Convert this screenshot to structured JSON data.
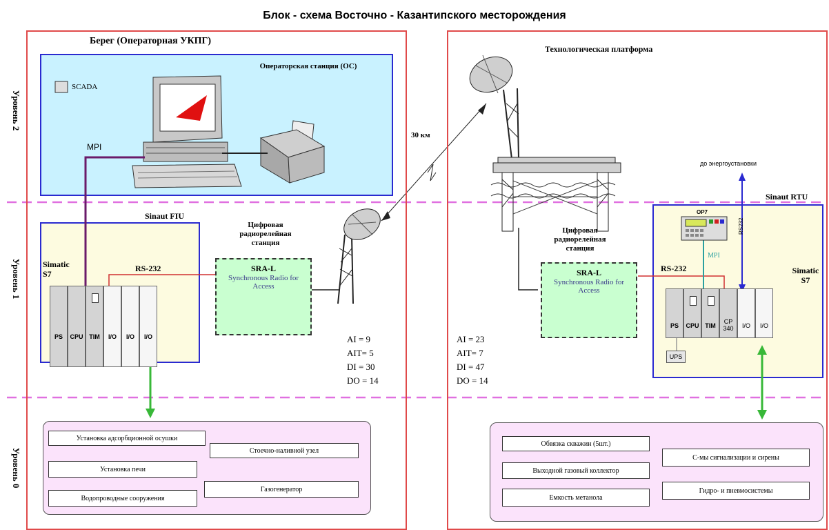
{
  "title": "Блок - схема   Восточно - Казантипского месторождения",
  "levels": {
    "level2": "Уровень 2",
    "level1": "Уровень 1",
    "level0": "Уровень 0"
  },
  "shore": {
    "title": "Берег  (Операторная   УКПГ)",
    "operator_station": "Операторская станция (ОС)",
    "scada": "SCADA",
    "mpi": "MPI",
    "fiu": "Sinaut FIU",
    "simatic": "Simatic S7",
    "rs232": "RS-232",
    "modules": [
      "PS",
      "CPU",
      "TIM",
      "I/O",
      "I/O",
      "I/O"
    ],
    "radio_title": "Цифровая радиорелейная станция",
    "radio_name": "SRA-L",
    "radio_desc": "Synchronous Radio for Access",
    "stats": [
      "AI  =  9",
      "AIT=  5",
      "DI  =  30",
      "DO  =  14"
    ],
    "objects": [
      "Установка адсорбционной осушки",
      "Стоечно-наливной узел",
      "Установка печи",
      "Газогенератор",
      "Водопроводные сооружения"
    ]
  },
  "distance": "30 км",
  "platform": {
    "title": "Технологическая платформа",
    "to_power": "до энергоустановки",
    "rtu": "Sinaut RTU",
    "op7": "OP7",
    "mpi": "MPI",
    "rs232_v": "RS232",
    "rs232": "RS-232",
    "simatic": "Simatic S7",
    "modules": [
      "PS",
      "CPU",
      "TIM",
      "CP 340",
      "I/O",
      "I/O"
    ],
    "ups": "UPS",
    "radio_title": "Цифровая радиорелейная станция",
    "radio_name": "SRA-L",
    "radio_desc": "Synchronous Radio for Access",
    "stats": [
      "AI  =  23",
      "AIT=  7",
      "DI  =  47",
      "DO  =  14"
    ],
    "objects": [
      "Обвязка скважин  (5шт.)",
      "С-мы сигнализации и сирены",
      "Выходной газовый коллектор",
      "Емкость метанола",
      "Гидро- и пневмосистемы"
    ]
  }
}
